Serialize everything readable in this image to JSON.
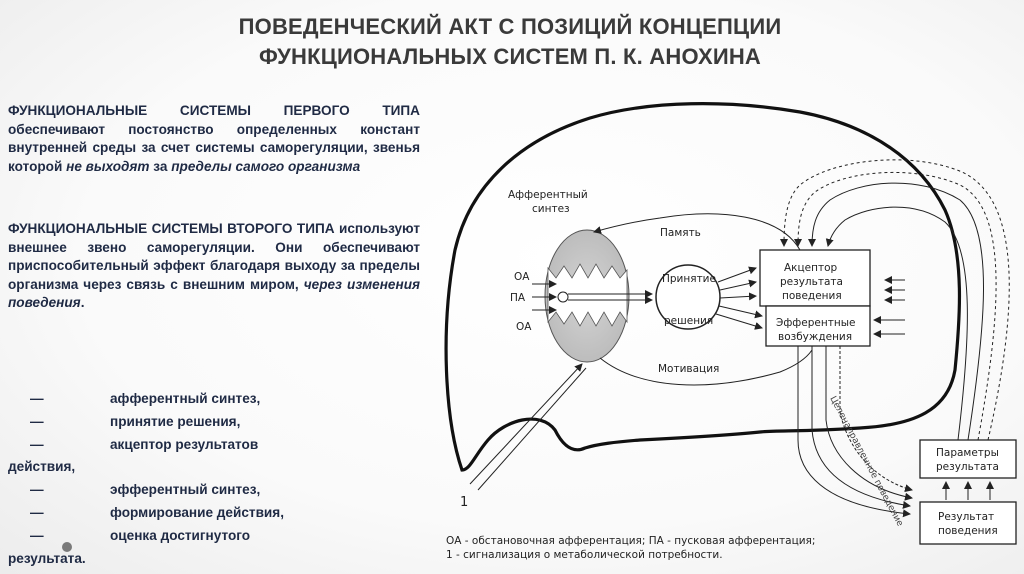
{
  "title": {
    "line1": "ПОВЕДЕНЧЕСКИЙ АКТ С ПОЗИЦИЙ КОНЦЕПЦИИ",
    "line2": "ФУНКЦИОНАЛЬНЫХ СИСТЕМ П. К. АНОХИНА"
  },
  "para1": {
    "lead": "ФУНКЦИОНАЛЬНЫЕ СИСТЕМЫ ПЕРВОГО ТИПА",
    "body": "обеспечивают постоянство определенных констант внутренней среды за счет системы саморегуляции, звенья которой ",
    "italic1": "не выходят",
    "middle": " за ",
    "italic2": "пределы самого организма"
  },
  "para2": {
    "lead": "ФУНКЦИОНАЛЬНЫЕ СИСТЕМЫ ВТОРОГО ТИПА",
    "body": "используют внешнее звено саморегуляции. Они обеспечивают приспособительный эффект благодаря выходу за пределы организма через связь с внешним миром, ",
    "italic": "через изменения поведения",
    "tail": "."
  },
  "list": [
    {
      "dash": "—",
      "text": "афферентный синтез,"
    },
    {
      "dash": "—",
      "text": "принятие решения,"
    },
    {
      "dash": "—",
      "text": "акцептор результатов"
    },
    {
      "wrap": "действия,"
    },
    {
      "dash": "—",
      "text": "эфферентный синтез,"
    },
    {
      "dash": "—",
      "text": "формирование действия,"
    },
    {
      "dash": "—",
      "text": "оценка достигнутого"
    },
    {
      "wrap": "результата."
    }
  ],
  "diagram": {
    "afferent_synthesis": "Афферентный",
    "afferent_synthesis2": "синтез",
    "memory": "Память",
    "oa_top": "ОА",
    "pa": "ПА",
    "oa_bottom": "ОА",
    "decision1": "Принятие",
    "decision2": "решения",
    "motivation": "Мотивация",
    "acceptor1": "Акцептор",
    "acceptor2": "результата",
    "acceptor3": "поведения",
    "efferent1": "Эфферентные",
    "efferent2": "возбуждения",
    "params1": "Параметры",
    "params2": "результата",
    "result1": "Результат",
    "result2": "поведения",
    "signal_label": "1",
    "diag_text": "Целенаправленное поведение"
  },
  "legend": {
    "line1": "ОА - обстановочная афферентация; ПА - пусковая афферентация;",
    "line2": "1 - сигнализация о метаболической потребности."
  }
}
